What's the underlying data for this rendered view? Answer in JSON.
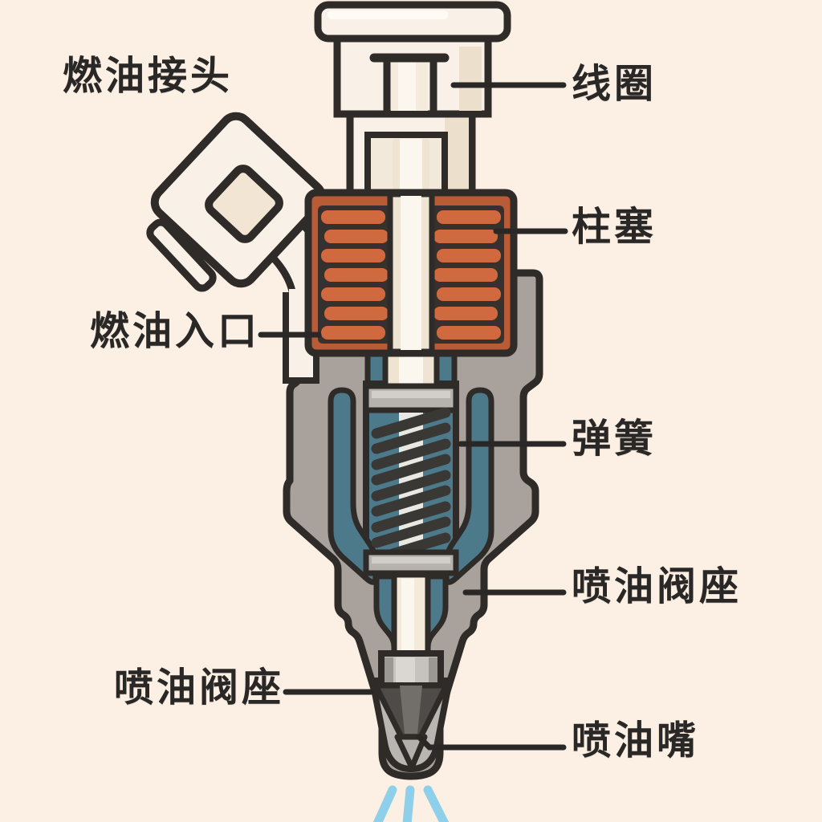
{
  "figure": {
    "subject": "fuel-injector-cutaway-diagram",
    "style": "flat technical illustration with black outlines"
  },
  "labels": {
    "fuel_connector": "燃油接头",
    "coil": "线圈",
    "plunger": "柱塞",
    "fuel_inlet": "燃油入口",
    "spring": "弹簧",
    "valve_seat_right": "喷油阀座",
    "valve_seat_left": "喷油阀座",
    "nozzle": "喷油嘴"
  },
  "colors": {
    "background": "#fcefe3",
    "outline": "#2e2b28",
    "label_text": "#2a2826",
    "body_gray": "#a9a29c",
    "coil_frame_orange": "#b95b36",
    "coil_winding_orange": "#d0693e",
    "fuel_channel_teal": "#4d7a8a",
    "metal_silver": "#b6b3ae",
    "needle_dark": "#4e4b48",
    "part_white": "#f9f1e8",
    "spray_blue": "#8ecfe9"
  }
}
